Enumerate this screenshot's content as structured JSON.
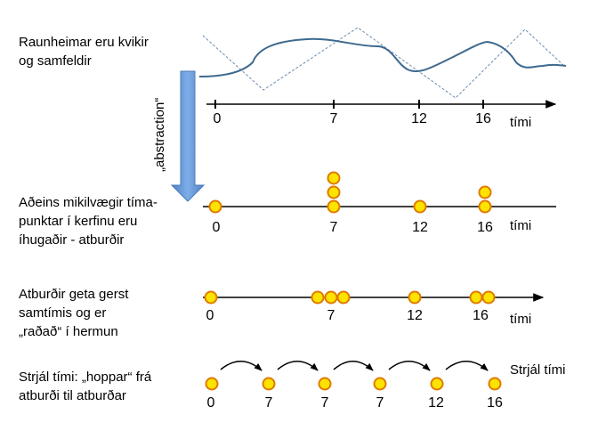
{
  "rows": [
    {
      "lines": [
        "Raunheimar eru kvikir",
        "og samfeldir"
      ]
    },
    {
      "lines": [
        "Aðeins mikilvægir tíma-",
        "punktar í kerfinu eru",
        "íhugaðir - atburðir"
      ]
    },
    {
      "lines": [
        "Atburðir geta gerst",
        "samtímis og er",
        "„raðað“ í hermun"
      ]
    },
    {
      "lines": [
        "Strjál tími: „hoppar“ frá",
        "atburði til atburðar"
      ]
    }
  ],
  "arrow_label": "„abstraction“",
  "unit_label": "tími",
  "discrete_label": "Strjál tími",
  "ticks": [
    "0",
    "7",
    "12",
    "16"
  ],
  "jump_labels": [
    "0",
    "7",
    "7",
    "7",
    "12",
    "16"
  ],
  "colors": {
    "arrow": "#5b8fd2",
    "curve": "#3d6a8f",
    "dot_fill": "#ffe300",
    "dot_stroke": "#e07a00"
  }
}
